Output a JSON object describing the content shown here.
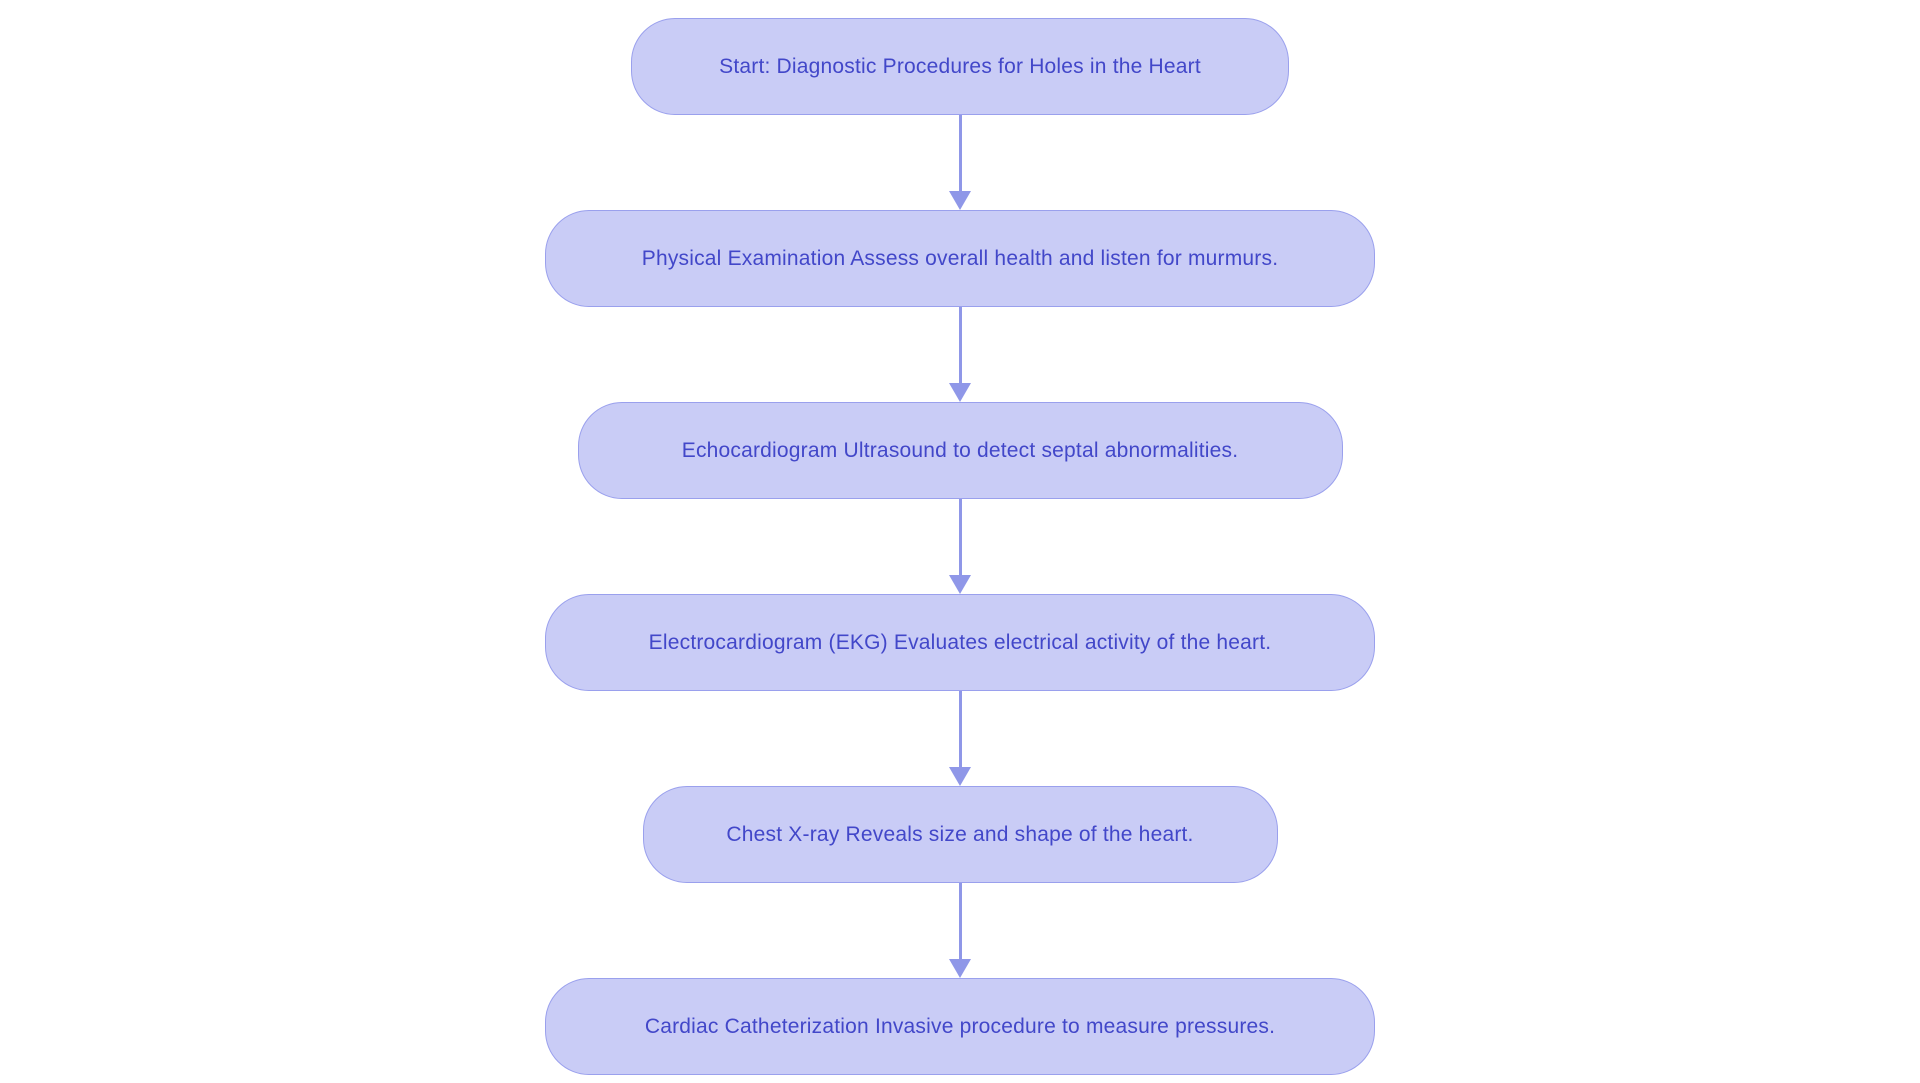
{
  "flowchart": {
    "type": "flowchart",
    "direction": "top-down",
    "nodes": [
      {
        "label": "Start: Diagnostic Procedures for Holes in the Heart"
      },
      {
        "label": "Physical Examination Assess overall health and listen for murmurs."
      },
      {
        "label": "Echocardiogram Ultrasound to detect septal abnormalities."
      },
      {
        "label": "Electrocardiogram (EKG) Evaluates electrical activity of the heart."
      },
      {
        "label": "Chest X-ray Reveals size and shape of the heart."
      },
      {
        "label": "Cardiac Catheterization Invasive procedure to measure pressures."
      }
    ],
    "edges": [
      {
        "from": 0,
        "to": 1
      },
      {
        "from": 1,
        "to": 2
      },
      {
        "from": 2,
        "to": 3
      },
      {
        "from": 3,
        "to": 4
      },
      {
        "from": 4,
        "to": 5
      }
    ],
    "colors": {
      "background": "#ffffff",
      "node_fill": "#c9ccf6",
      "node_border": "#9aa0ed",
      "node_text": "#4247c9",
      "arrow": "#8f97e8"
    }
  }
}
